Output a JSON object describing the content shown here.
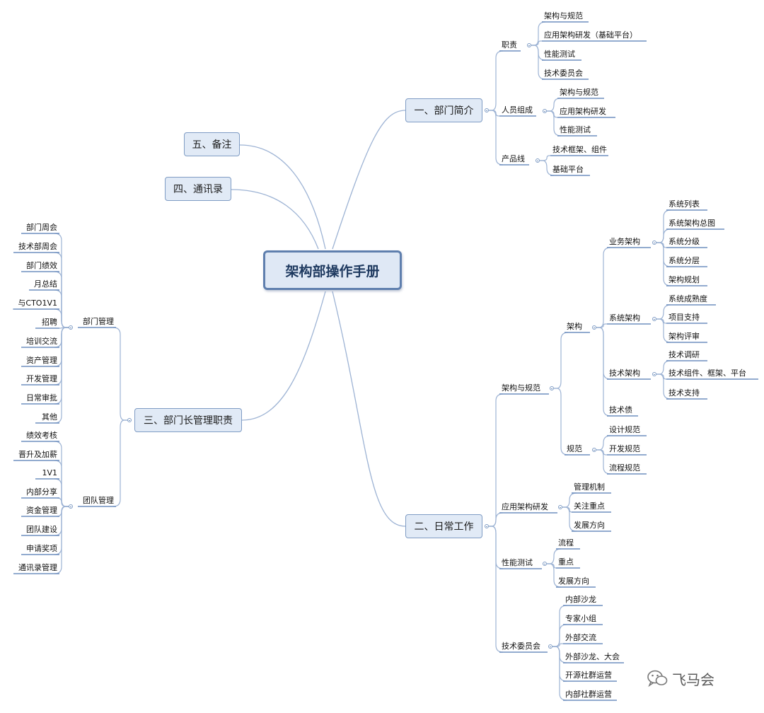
{
  "root": "架构部操作手册",
  "watermark": "飞马会",
  "branches": {
    "b1": "一、部门简介",
    "b2": "二、日常工作",
    "b3": "三、部门长管理职责",
    "b4": "四、通讯录",
    "b5": "五、备注"
  },
  "b1": {
    "zhize": {
      "label": "职责",
      "items": [
        "架构与规范",
        "应用架构研发（基础平台）",
        "性能测试",
        "技术委员会"
      ]
    },
    "renyuan": {
      "label": "人员组成",
      "items": [
        "架构与规范",
        "应用架构研发",
        "性能测试"
      ]
    },
    "chanpin": {
      "label": "产品线",
      "items": [
        "技术框架、组件",
        "基础平台"
      ]
    }
  },
  "b2": {
    "jiagou_guifan": {
      "label": "架构与规范",
      "jiagou": {
        "label": "架构",
        "yewu": {
          "label": "业务架构",
          "items": [
            "系统列表",
            "系统架构总图",
            "系统分级",
            "系统分层",
            "架构规划"
          ]
        },
        "xitong": {
          "label": "系统架构",
          "items": [
            "系统成熟度",
            "项目支持",
            "架构评审"
          ]
        },
        "jishu": {
          "label": "技术架构",
          "items": [
            "技术调研",
            "技术组件、框架、平台",
            "技术支持"
          ]
        },
        "zhai": {
          "label": "技术债"
        }
      },
      "guifan": {
        "label": "规范",
        "items": [
          "设计规范",
          "开发规范",
          "流程规范"
        ]
      }
    },
    "yingyong": {
      "label": "应用架构研发",
      "items": [
        "管理机制",
        "关注重点",
        "发展方向"
      ]
    },
    "xingneng": {
      "label": "性能测试",
      "items": [
        "流程",
        "重点",
        "发展方向"
      ]
    },
    "weiyuanhui": {
      "label": "技术委员会",
      "items": [
        "内部沙龙",
        "专家小组",
        "外部交流",
        "外部沙龙、大会",
        "开源社群运营",
        "内部社群运营"
      ]
    }
  },
  "b3": {
    "bumen": {
      "label": "部门管理",
      "items": [
        "部门周会",
        "技术部周会",
        "部门绩效",
        "月总结",
        "与CTO1V1",
        "招聘",
        "培训交流",
        "资产管理",
        "开发管理",
        "日常审批",
        "其他"
      ]
    },
    "tuandui": {
      "label": "团队管理",
      "items": [
        "绩效考核",
        "晋升及加薪",
        "1V1",
        "内部分享",
        "资金管理",
        "团队建设",
        "申请奖项",
        "通讯录管理"
      ]
    }
  }
}
